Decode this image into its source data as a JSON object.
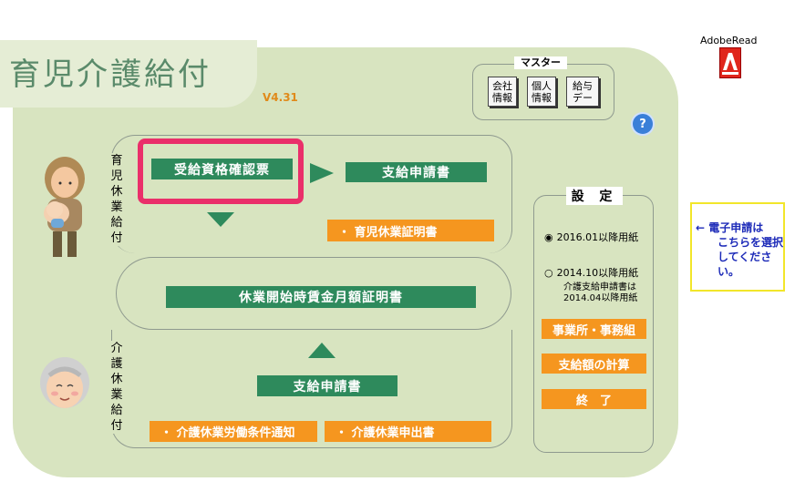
{
  "app": {
    "title": "育児介護給付",
    "version": "V4.31"
  },
  "master": {
    "title": "マスター",
    "buttons": [
      {
        "line1": "会社",
        "line2": "情報"
      },
      {
        "line1": "個人",
        "line2": "情報"
      },
      {
        "line1": "給与",
        "line2": "デー"
      }
    ]
  },
  "help": {
    "label": "?"
  },
  "adobe": {
    "label": "AdobeRead"
  },
  "childcare": {
    "section_label_chars": [
      "育",
      "児",
      "休",
      "業",
      "給",
      "付"
    ],
    "eligibility_button": "受給資格確認票",
    "application_button": "支給申請書",
    "certificate_button": "・ 育児休業証明書"
  },
  "wage_certificate_button": "休業開始時賃金月額証明書",
  "caregiving": {
    "section_label_chars": [
      "介",
      "護",
      "休",
      "業",
      "給",
      "付"
    ],
    "application_button": "支給申請書",
    "labor_notice_button": "・ 介護休業労働条件通知",
    "leave_request_button": "・ 介護休業申出書"
  },
  "settings": {
    "title": "設 定",
    "option1": {
      "mark": "◉",
      "label": "2016.01以降用紙"
    },
    "option2": {
      "mark": "○",
      "label": "2014.10以降用紙"
    },
    "note_line1": "介護支給申請書は",
    "note_line2": "2014.04以降用紙",
    "office_button": "事業所・事務組",
    "calc_button": "支給額の計算",
    "exit_button": "終　了"
  },
  "side_note": {
    "line1": "← 電子申請は",
    "line2": "こちらを選択",
    "line3": "してください。"
  },
  "colors": {
    "panel": "#d8e4c0",
    "green": "#2e8a5c",
    "orange": "#f5961f",
    "highlight": "#ea2f6a"
  }
}
